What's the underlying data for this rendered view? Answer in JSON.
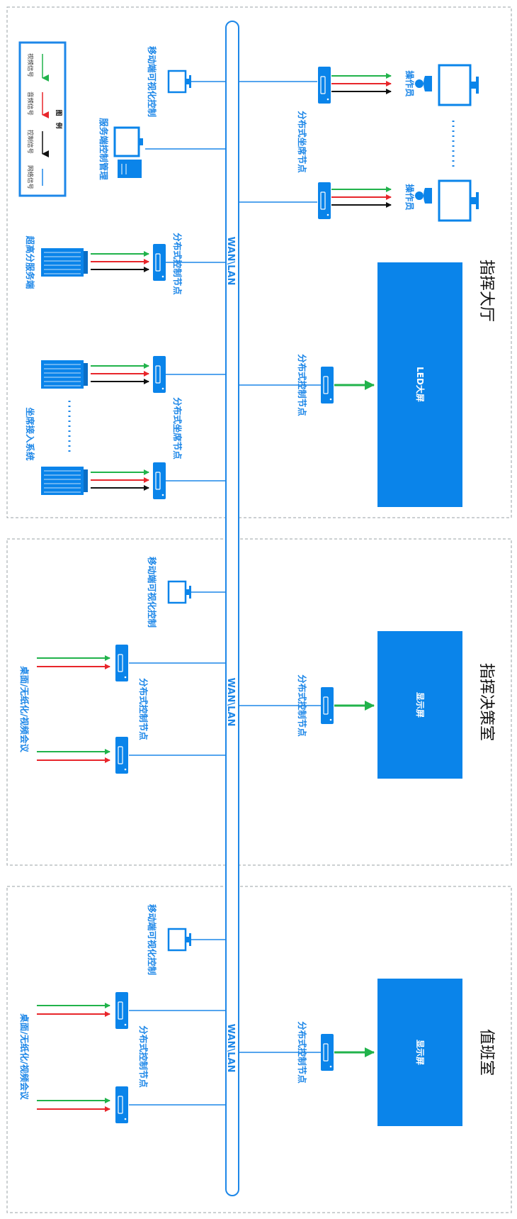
{
  "colors": {
    "blue": "#1d87e8",
    "green": "#21b34b",
    "red": "#e8262b",
    "black": "#111111",
    "screen": "#0a84ea"
  },
  "bus_label": "WAN\\LAN",
  "sections": {
    "hall": "指挥大厅",
    "decision": "指挥决策室",
    "duty": "值班室"
  },
  "labels": {
    "mobile_control": "移动端可视化控制",
    "server_manage": "服务端控制管理",
    "seat_node": "分布式坐席节点",
    "operator": "操作员",
    "hd_server": "超高分服务端",
    "control_node": "分布式控制节点",
    "led_screen": "LED大屏",
    "seat_access": "坐席接入系统",
    "display_screen": "显示屏",
    "desktop_meeting": "桌面/无纸化/视频会议"
  },
  "legend": {
    "title": "图　例",
    "video": "视频信号",
    "audio": "音频信号",
    "control": "控制信号",
    "network": "网络信号"
  }
}
